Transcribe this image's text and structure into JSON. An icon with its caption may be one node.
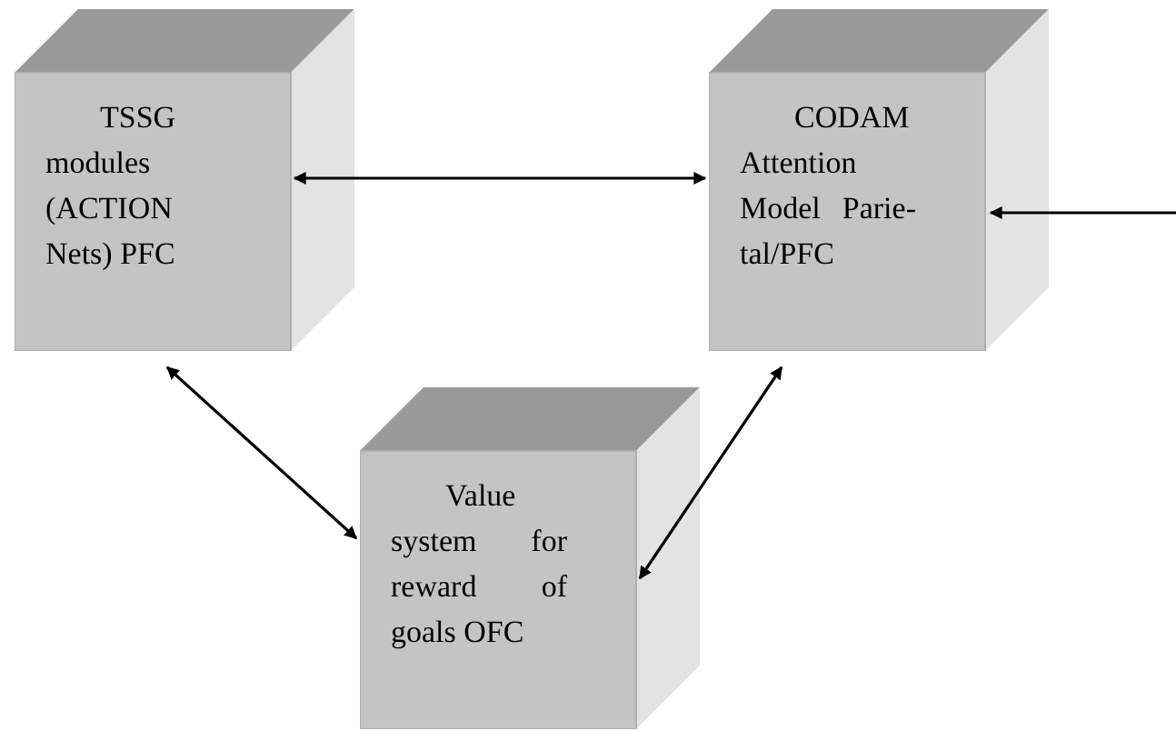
{
  "diagram": {
    "nodes": [
      {
        "text": [
          "TSSG modules (ACTION Nets) PFC"
        ]
      },
      {
        "text": [
          "CODAM Attention Model Parie-tal/PFC"
        ]
      },
      {
        "text": [
          "Value system for reward of goals OFC"
        ]
      }
    ],
    "edges": [
      {
        "from": 0,
        "to": 1,
        "arrow": "both"
      },
      {
        "from": null,
        "to": 1,
        "arrow": "to"
      },
      {
        "from": 0,
        "to": 2,
        "arrow": "both"
      },
      {
        "from": 1,
        "to": 2,
        "arrow": "both"
      }
    ]
  }
}
